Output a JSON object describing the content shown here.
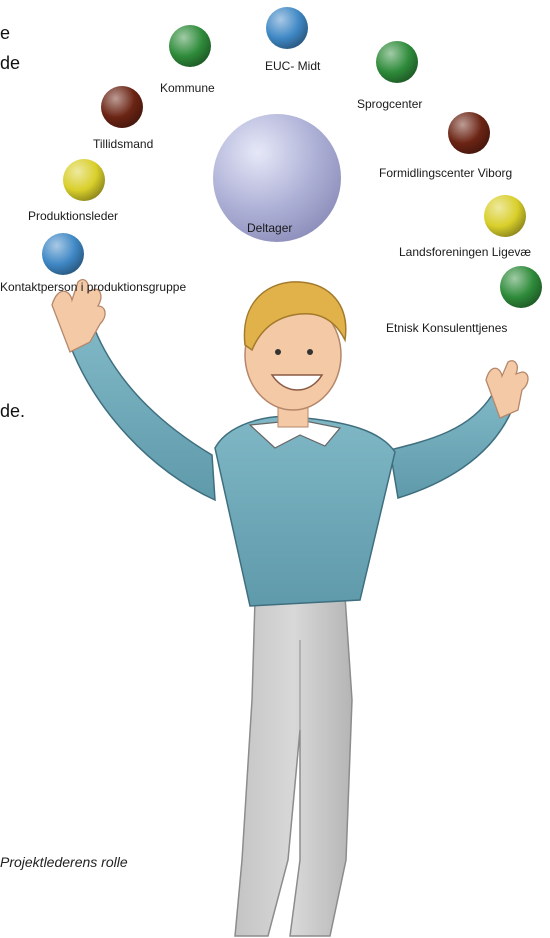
{
  "text_fragments": [
    "e",
    "de",
    "de."
  ],
  "diagram": {
    "center": {
      "label": "Deltager",
      "color": "#aeb1d6"
    },
    "balls": [
      {
        "label": "EUC- Midt",
        "color": "#3f88c5"
      },
      {
        "label": "Kommune",
        "color": "#2e8b3a"
      },
      {
        "label": "Sprogcenter",
        "color": "#2e8b3a"
      },
      {
        "label": "Tillidsmand",
        "color": "#6b2414"
      },
      {
        "label": "Formidlingscenter Viborg",
        "color": "#6b2414"
      },
      {
        "label": "Produktionsleder",
        "color": "#d9cf2b"
      },
      {
        "label": "Landsforeningen Ligevæ",
        "color": "#d9cf2b"
      },
      {
        "label": "Kontaktperson i produktionsgruppe",
        "color": "#3f88c5"
      },
      {
        "label": "Etnisk Konsulenttjenes",
        "color": "#2e8b3a"
      }
    ]
  },
  "caption": "Projektlederens rolle"
}
